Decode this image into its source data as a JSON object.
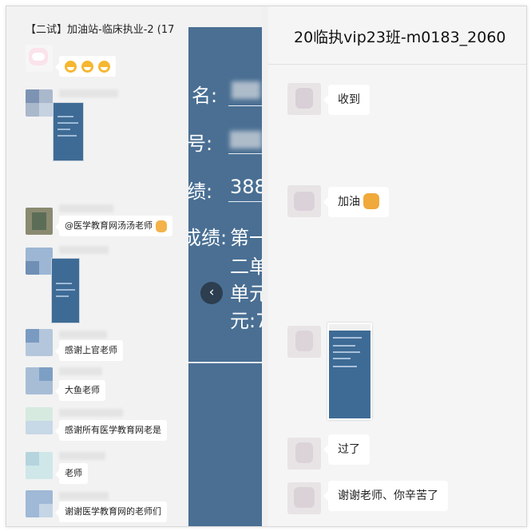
{
  "left_chat": {
    "title": "【二试】加油站-临床执业-2 (17",
    "messages": [
      {
        "type": "emoji"
      },
      {
        "type": "image"
      },
      {
        "type": "text",
        "text": "@医学教育网汤汤老师"
      },
      {
        "type": "image"
      },
      {
        "type": "text",
        "text": "感谢上官老师"
      },
      {
        "type": "text",
        "text": "大鱼老师"
      },
      {
        "type": "text",
        "text": "感谢所有医学教育网老是"
      },
      {
        "type": "text",
        "text": "老师"
      },
      {
        "type": "text",
        "text": "谢谢医学教育网的老师们"
      }
    ]
  },
  "score_image": {
    "labels": [
      "名:",
      "号:",
      "绩:",
      "成绩:"
    ],
    "score": "388.",
    "detail_lines": [
      "第一",
      "二单",
      "单元",
      "元:7"
    ],
    "nav_prev": "‹"
  },
  "right_chat": {
    "title": "20临执vip23班-m0183_2060",
    "messages": [
      {
        "type": "text",
        "text": "收到"
      },
      {
        "type": "text",
        "text": "加油",
        "emoji": "fist-icon"
      },
      {
        "type": "image"
      },
      {
        "type": "text",
        "text": "过了"
      },
      {
        "type": "text",
        "text": "谢谢老师、你辛苦了"
      }
    ]
  },
  "colors": {
    "image_blue": "#4a6f93",
    "panel_bg": "#f2f2f2",
    "bubble_bg": "#ffffff"
  }
}
